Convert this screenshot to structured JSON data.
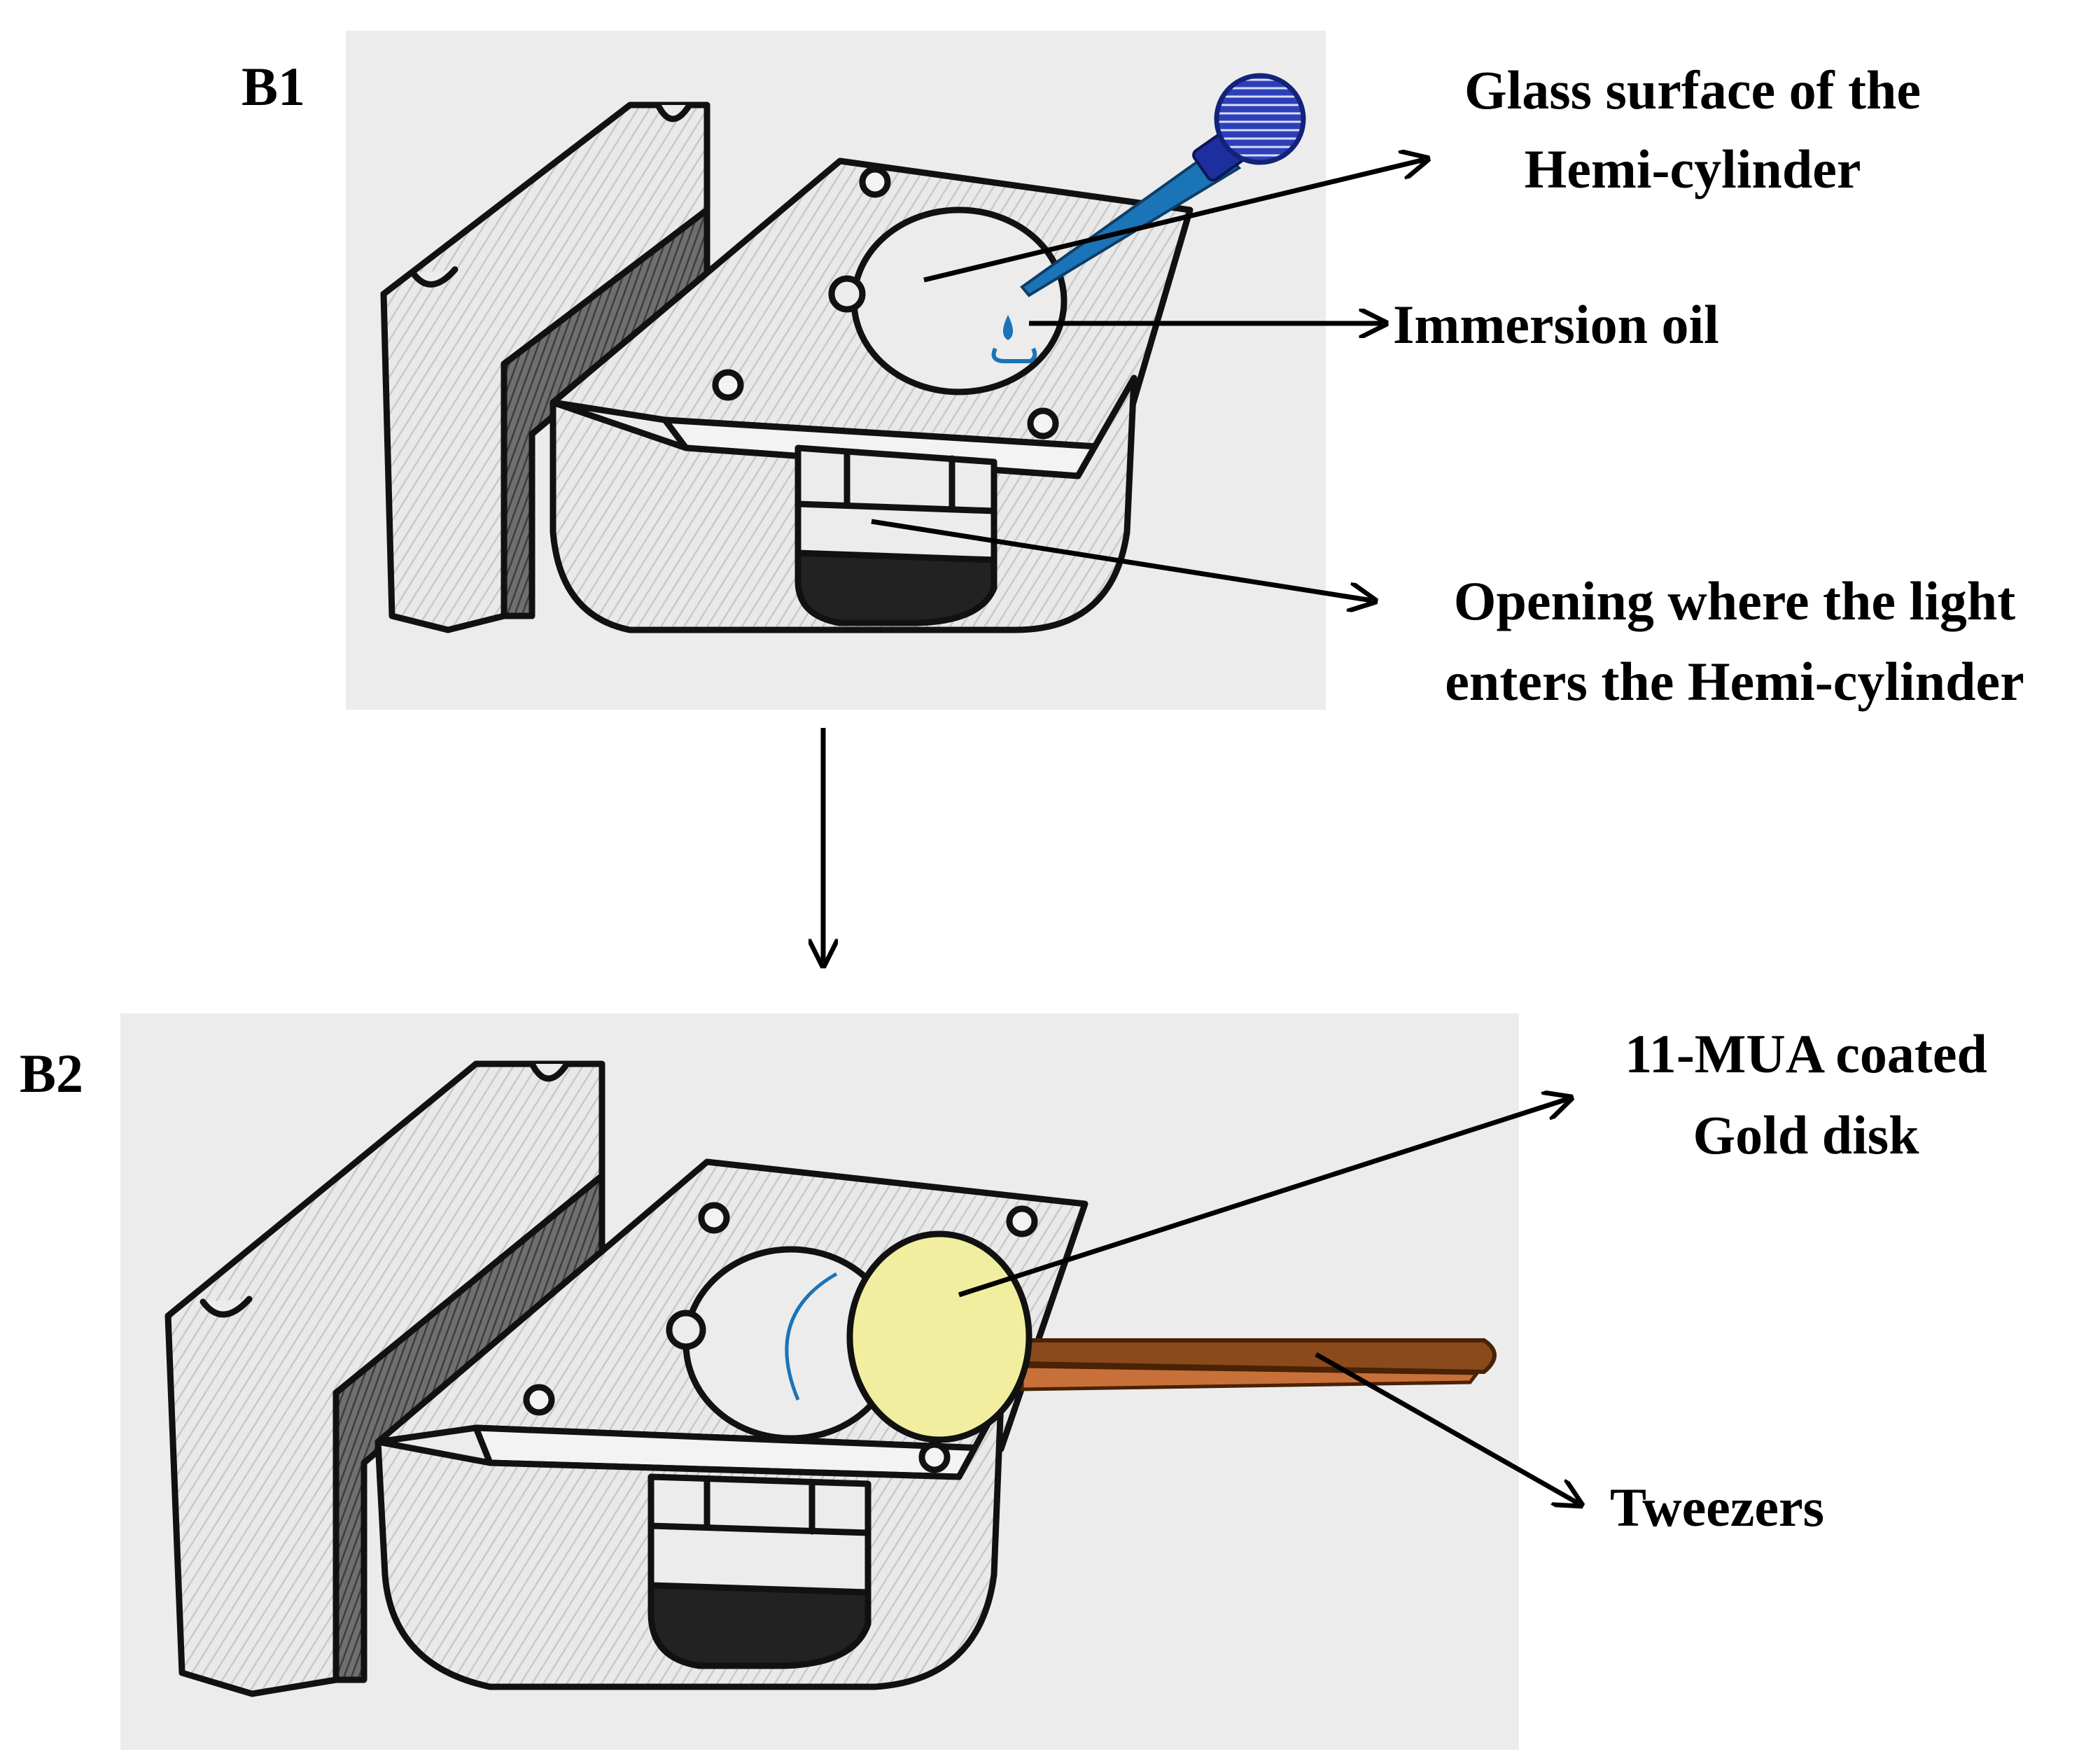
{
  "panels": {
    "b1": {
      "label": "B1"
    },
    "b2": {
      "label": "B2"
    }
  },
  "annotations": {
    "glass_surface": {
      "line1": "Glass surface of the",
      "line2": "Hemi-cylinder"
    },
    "immersion_oil": {
      "line1": "Immersion oil"
    },
    "opening": {
      "line1": "Opening where the light",
      "line2": "enters the Hemi-cylinder"
    },
    "gold_disk": {
      "line1": "11-MUA coated",
      "line2": "Gold disk"
    },
    "tweezers": {
      "line1": "Tweezers"
    }
  },
  "colors": {
    "ink": "#111111",
    "paper": "#ececec",
    "pencil": "#7c7c7c",
    "dropper_blue": "#1a74b7",
    "bulb_blue": "#1d2f9e",
    "gold": "#f1ee9f",
    "tweezers_brown": "#8a4a1c",
    "tweezers_light": "#c8703a"
  }
}
